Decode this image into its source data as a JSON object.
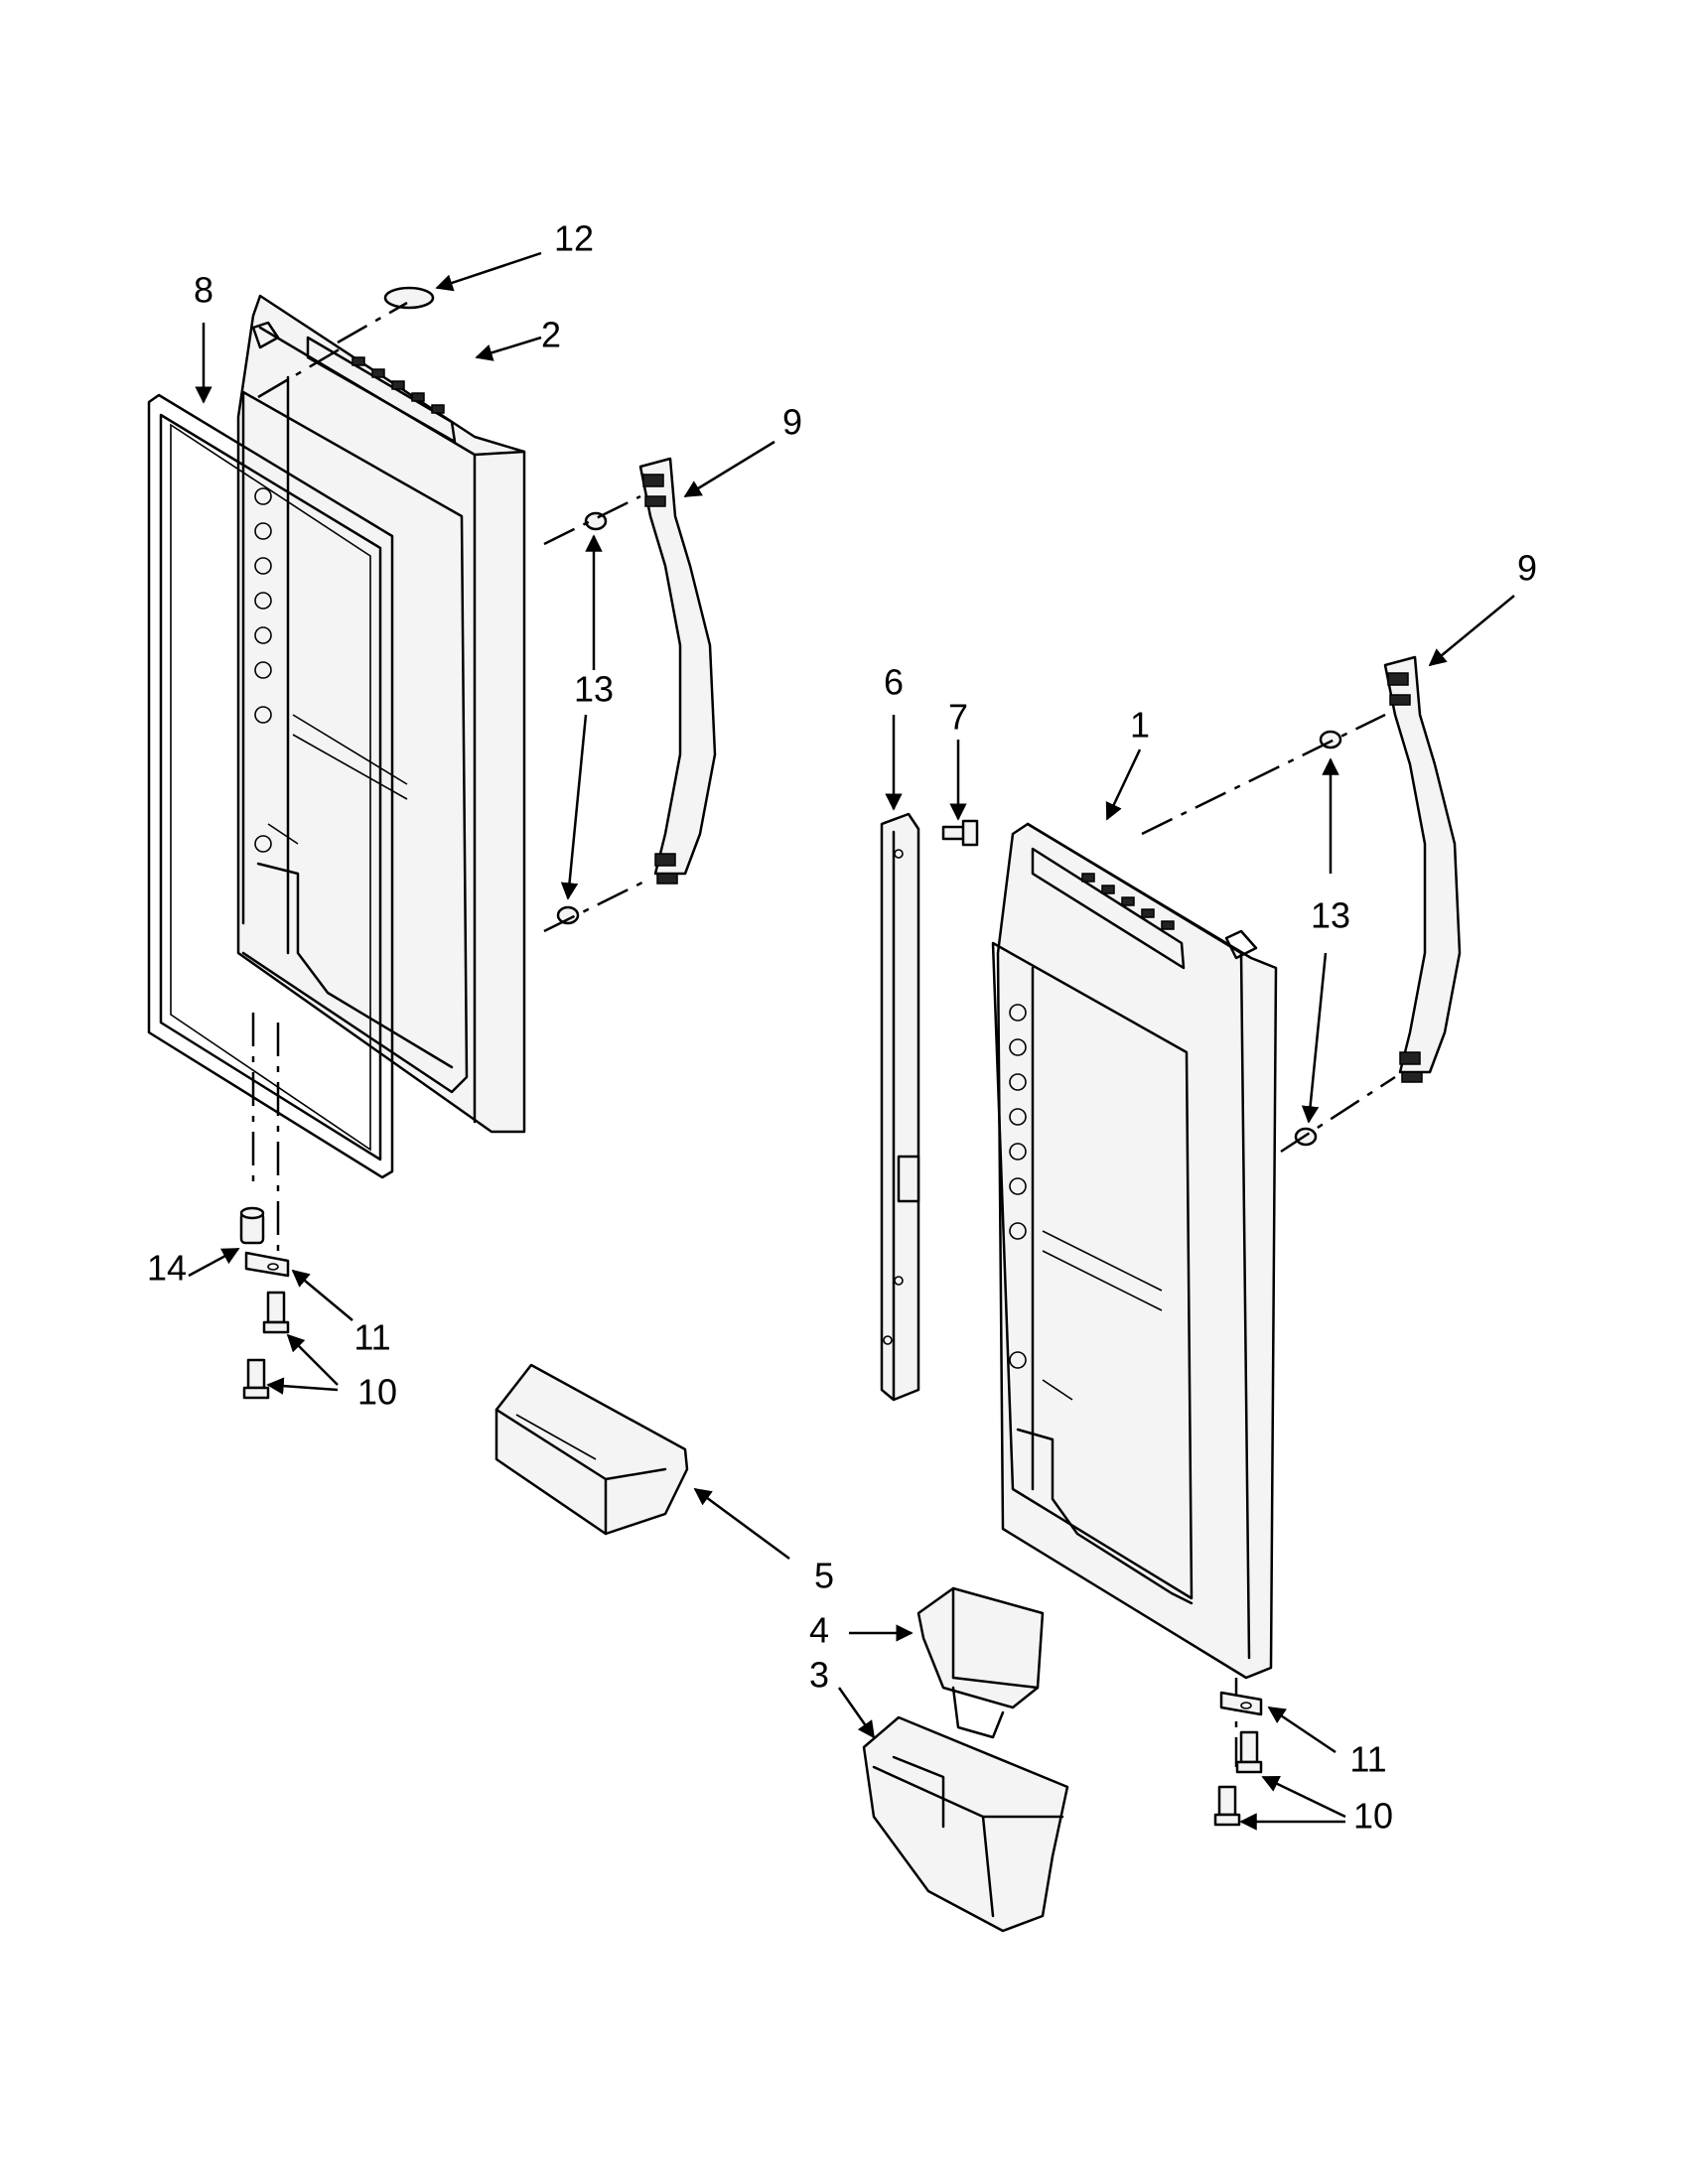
{
  "callouts": {
    "c1": "1",
    "c2": "2",
    "c3": "3",
    "c4": "4",
    "c5": "5",
    "c6": "6",
    "c7": "7",
    "c8": "8",
    "c9a": "9",
    "c9b": "9",
    "c10a": "10",
    "c10b": "10",
    "c11a": "11",
    "c11b": "11",
    "c12": "12",
    "c13a": "13",
    "c13b": "13",
    "c14": "14"
  }
}
